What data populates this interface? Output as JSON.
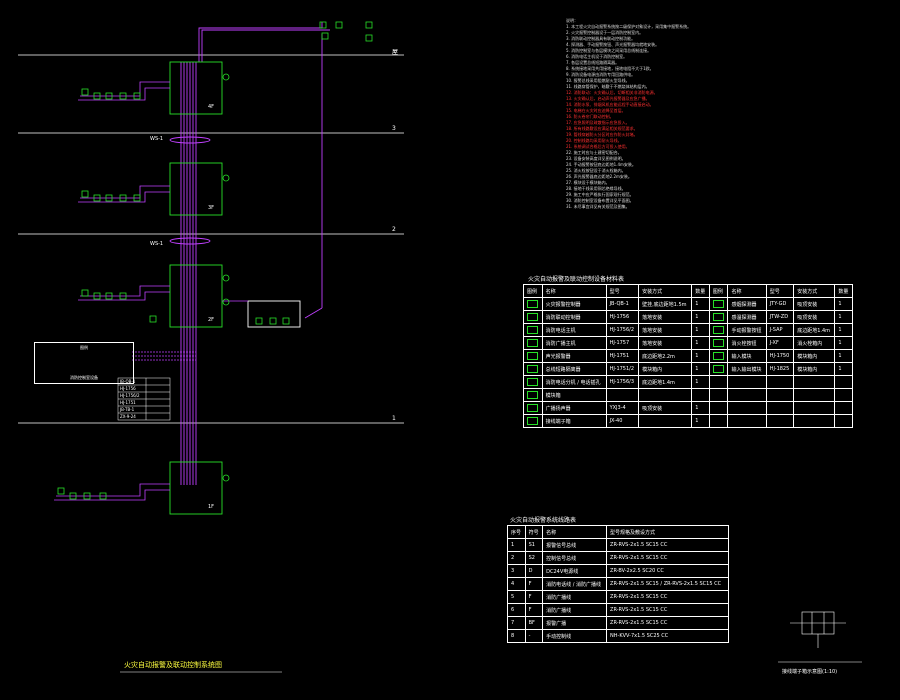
{
  "drawing": {
    "title": "火灾自动报警及联动控制系统图",
    "floor_labels": [
      "屋",
      "3",
      "2",
      "1"
    ],
    "module_labels": [
      "4F",
      "3F",
      "2F",
      "1F"
    ],
    "tags_red": [
      "WS-1",
      "WS-1"
    ],
    "legend_box_title": "图例",
    "legend_box_subtitle": "消防控制室设备",
    "left_equipment_list": [
      "JB-QB-1",
      "HJ-1756",
      "HJ-1756/2",
      "HJ-1751",
      "JB-TB-1",
      "ZX-9-24"
    ],
    "detail_caption": "接线端子箱示意图(1:10)"
  },
  "notes": {
    "heading": "说明：",
    "white_lines_top": [
      "1. 本工程火灾自动报警系统按二级保护对象设计，采用集中报警系统。",
      "2. 火灾报警控制器设于一层消防控制室内。",
      "3. 消防联动控制器具有联动控制功能。",
      "4. 探测器、手动报警按钮、声光报警器均就地安装。",
      "5. 消防控制室与各层模块之间采用总线制连接。",
      "6. 消防电话主机设于消防控制室。",
      "7. 各层设置总线短路隔离器。",
      "8. 系统接地采用共用接地，接地电阻不大于1欧。",
      "9. 消防设备电源由消防专用回路供电。",
      "10. 报警总线采用阻燃耐火型导线。",
      "11. 线路穿管保护，暗敷于不燃烧体结构层内。"
    ],
    "red_lines": [
      "12. 消防联动：火灾确认后，切断相关非消防电源。",
      "13. 火灾确认后，启动声光报警器及应急广播。",
      "14. 消防水泵、排烟风机应能远程手动直接启动。",
      "15. 电梯在火灾时应迫降至首层。",
      "16. 防火卷帘门联动控制。",
      "17. 应急照明及疏散指示应急投入。",
      "18. 所有线路敷设应满足相关规范要求。",
      "19. 管线穿越防火分区时应作防火封堵。",
      "20. 控制线路均采用耐火导线。",
      "21. 系统调试合格后方可投入使用。"
    ],
    "white_lines_bottom": [
      "22. 施工时应与土建密切配合。",
      "23. 设备安装高度详见图例说明。",
      "24. 手动报警按钮底边距地1.4m安装。",
      "25. 消火栓按钮设于消火栓箱内。",
      "26. 声光报警器底边距地2.2m安装。",
      "27. 模块设于模块箱内。",
      "28. 接地干线采用铜芯绝缘导线。",
      "29. 施工中应严格执行国家现行规范。",
      "30. 消防控制室设备布置详见平面图。",
      "31. 未尽事宜详见有关规范及图集。"
    ]
  },
  "table1": {
    "title": "火灾自动报警及联动控制设备材料表",
    "headers": [
      "图例",
      "名称",
      "型号",
      "安装方式",
      "数量",
      "图例",
      "名称",
      "型号",
      "安装方式",
      "数量"
    ],
    "rows": [
      [
        "",
        "火灾报警控制器",
        "JB-QB-1",
        "壁挂,底边距地1.5m",
        "1",
        "",
        "感烟探测器",
        "JTY-GD",
        "吸顶安装",
        "1"
      ],
      [
        "",
        "消防联动控制器",
        "HJ-1756",
        "落地安装",
        "1",
        "",
        "感温探测器",
        "JTW-ZD",
        "吸顶安装",
        "1"
      ],
      [
        "",
        "消防电话主机",
        "HJ-1756/2",
        "落地安装",
        "1",
        "",
        "手动报警按钮",
        "J-SAP",
        "底边距地1.4m",
        "1"
      ],
      [
        "",
        "消防广播主机",
        "HJ-1757",
        "落地安装",
        "1",
        "",
        "消火栓按钮",
        "J-XF",
        "消火栓箱内",
        "1"
      ],
      [
        "",
        "声光报警器",
        "HJ-1751",
        "底边距地2.2m",
        "1",
        "",
        "输入模块",
        "HJ-1750",
        "模块箱内",
        "1"
      ],
      [
        "",
        "总线短路隔离器",
        "HJ-1751/2",
        "模块箱内",
        "1",
        "",
        "输入输出模块",
        "HJ-1825",
        "模块箱内",
        "1"
      ],
      [
        "",
        "消防电话分机 / 电话插孔",
        "HJ-1756/3",
        "底边距地1.4m",
        "1",
        "",
        "",
        "",
        "",
        ""
      ],
      [
        "",
        "模块箱",
        "",
        "",
        "",
        "",
        "",
        "",
        "",
        ""
      ],
      [
        "",
        "广播扬声器",
        "YXJ3-4",
        "吸顶安装",
        "1",
        "",
        "",
        "",
        "",
        ""
      ],
      [
        "",
        "接线端子箱",
        "JX-40",
        "",
        "1",
        "",
        "",
        "",
        "",
        ""
      ]
    ]
  },
  "table2": {
    "title": "火灾自动报警系统线路表",
    "headers": [
      "序号",
      "符号",
      "名称",
      "型号规格及敷设方式"
    ],
    "rows": [
      [
        "1",
        "S1",
        "报警信号总线",
        "ZR-RVS-2x1.5 SC15 CC"
      ],
      [
        "2",
        "S2",
        "控制信号总线",
        "ZR-RVS-2x1.5 SC15 CC"
      ],
      [
        "3",
        "D",
        "DC24V电源线",
        "ZR-BV-2x2.5 SC20 CC"
      ],
      [
        "4",
        "F",
        "消防电话线 / 消防广播线",
        "ZR-RVS-2x1.5 SC15 / ZR-RVS-2x1.5 SC15 CC"
      ],
      [
        "5",
        "F",
        "消防广播线",
        "ZR-RVS-2x1.5 SC15 CC"
      ],
      [
        "6",
        "F",
        "消防广播线",
        "ZR-RVS-2x1.5 SC15 CC"
      ],
      [
        "7",
        "BF",
        "报警广播",
        "ZR-RVS-2x1.5 SC15 CC"
      ],
      [
        "8",
        "-",
        "手动控制线",
        "NH-KVV-7x1.5 SC25 CC"
      ]
    ]
  },
  "colors": {
    "background": "#000000",
    "bus_line": "#c040ff",
    "device": "#28e028",
    "floor_line": "#ffffff",
    "note_red": "#ff3030"
  }
}
